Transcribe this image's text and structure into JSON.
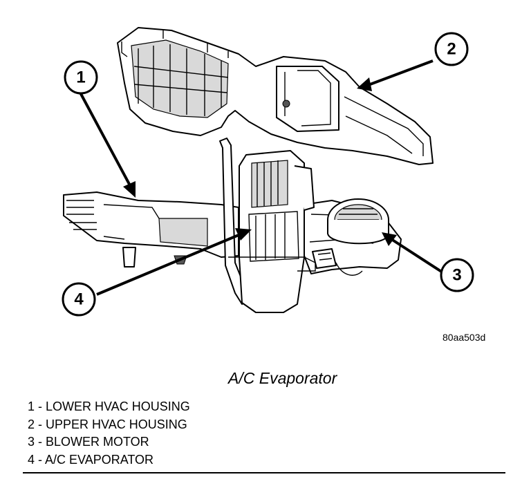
{
  "figure": {
    "reference_code": "80aa503d",
    "caption": "A/C Evaporator"
  },
  "callouts": [
    {
      "number": "1",
      "part": "lower-hvac-housing"
    },
    {
      "number": "2",
      "part": "upper-hvac-housing"
    },
    {
      "number": "3",
      "part": "blower-motor"
    },
    {
      "number": "4",
      "part": "ac-evaporator"
    }
  ],
  "legend": [
    {
      "text": "1 - LOWER HVAC HOUSING"
    },
    {
      "text": "2 - UPPER HVAC HOUSING"
    },
    {
      "text": "3 - BLOWER MOTOR"
    },
    {
      "text": "4 - A/C EVAPORATOR"
    }
  ],
  "colors": {
    "line": "#000000",
    "background": "#ffffff"
  }
}
